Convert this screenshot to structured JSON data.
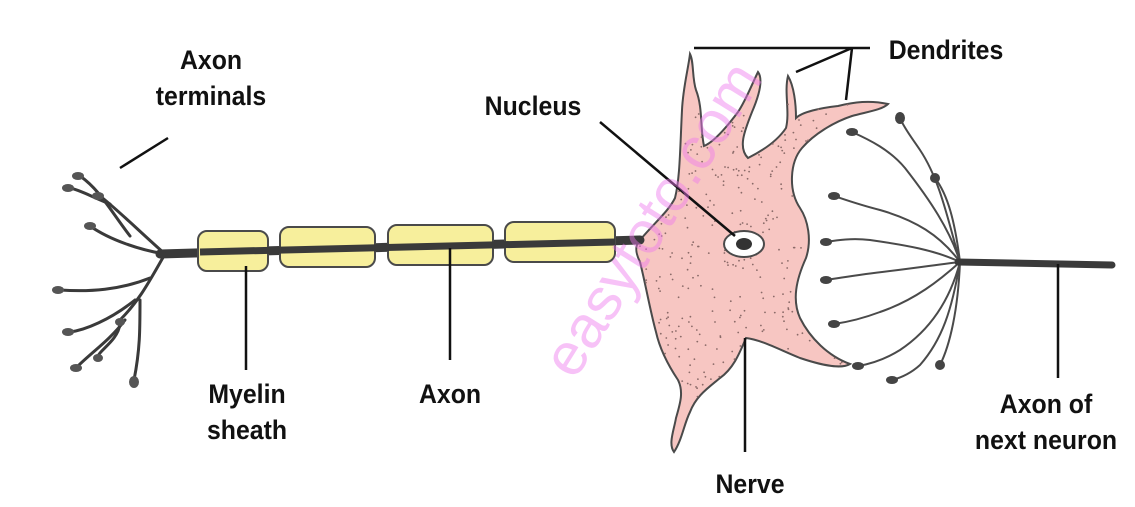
{
  "labels": {
    "axon_terminals": [
      "Axon",
      "terminals"
    ],
    "nucleus": "Nucleus",
    "dendrites": "Dendrites",
    "myelin_sheath": [
      "Myelin",
      "sheath"
    ],
    "axon": "Axon",
    "nerve": "Nerve",
    "axon_next_neuron": [
      "Axon of",
      "next neuron"
    ]
  },
  "watermark": "easytoto.com",
  "colors": {
    "cell_body": "#f7c6c2",
    "myelin": "#f7ef9c",
    "axon_line": "#3a3a3a",
    "outline": "#4a4a4a",
    "watermark": "#ee78ee"
  }
}
